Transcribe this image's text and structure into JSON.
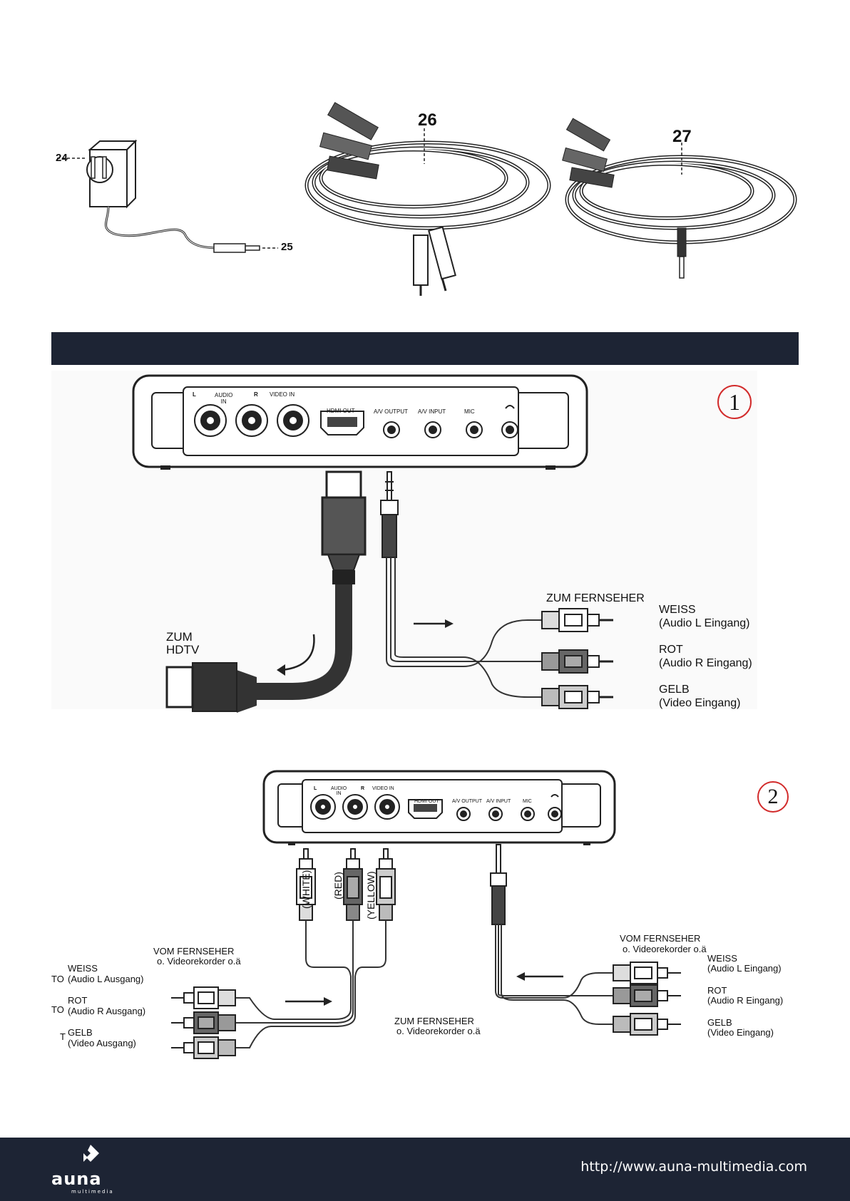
{
  "parts": {
    "adapter_plug": "24",
    "adapter_jack": "25",
    "av_cable": "26",
    "jack_cable": "27"
  },
  "diagram1": {
    "number": "1",
    "panel": {
      "l": "L",
      "audio_in": "AUDIO\nIN",
      "r": "R",
      "video_in": "VIDEO IN",
      "hdmi_out": "HDMI OUT",
      "av_output": "A/V OUTPUT",
      "av_input": "A/V INPUT",
      "mic": "MIC"
    },
    "hdtv_label_1": "ZUM",
    "hdtv_label_2": "HDTV",
    "tv_label": "ZUM FERNSEHER",
    "plugs": [
      {
        "name": "WEISS",
        "desc": "(Audio L Eingang)"
      },
      {
        "name": "ROT",
        "desc": "(Audio R Eingang)"
      },
      {
        "name": "GELB",
        "desc": "(Video Eingang)"
      }
    ]
  },
  "diagram2": {
    "number": "2",
    "panel": {
      "l": "L",
      "audio_in": "AUDIO\nIN",
      "r": "R",
      "video_in": "VIDEO IN",
      "hdmi_out": "HDMI OUT",
      "av_output": "A/V OUTPUT",
      "av_input": "A/V INPUT",
      "mic": "MIC"
    },
    "vertical": [
      "(WHITE)",
      "(RED)",
      "(YELLOW)"
    ],
    "from_tv_1": "VOM FERNSEHER",
    "from_tv_2": "o. Videorekorder o.ä",
    "left_plugs": [
      {
        "prefix": "TO",
        "name": "WEISS",
        "desc": "(Audio L Ausgang)"
      },
      {
        "prefix": "TO",
        "name": "ROT",
        "desc": "(Audio R Ausgang)"
      },
      {
        "prefix": "T",
        "name": "GELB",
        "desc": "(Video Ausgang)"
      }
    ],
    "to_tv_1": "ZUM FERNSEHER",
    "to_tv_2": "o. Videorekorder o.ä",
    "right_from_1": "VOM FERNSEHER",
    "right_from_2": "o. Videorekorder o.ä",
    "right_plugs": [
      {
        "name": "WEISS",
        "desc": "(Audio L Eingang)"
      },
      {
        "name": "ROT",
        "desc": "(Audio R Eingang)"
      },
      {
        "name": "GELB",
        "desc": "(Video Eingang)"
      }
    ]
  },
  "footer": {
    "brand": "auna",
    "brand_sub": "multimedia",
    "url": "http://www.auna-multimedia.com"
  },
  "colors": {
    "dark_navy": "#1d2434",
    "accent_red": "#d22b2b"
  }
}
